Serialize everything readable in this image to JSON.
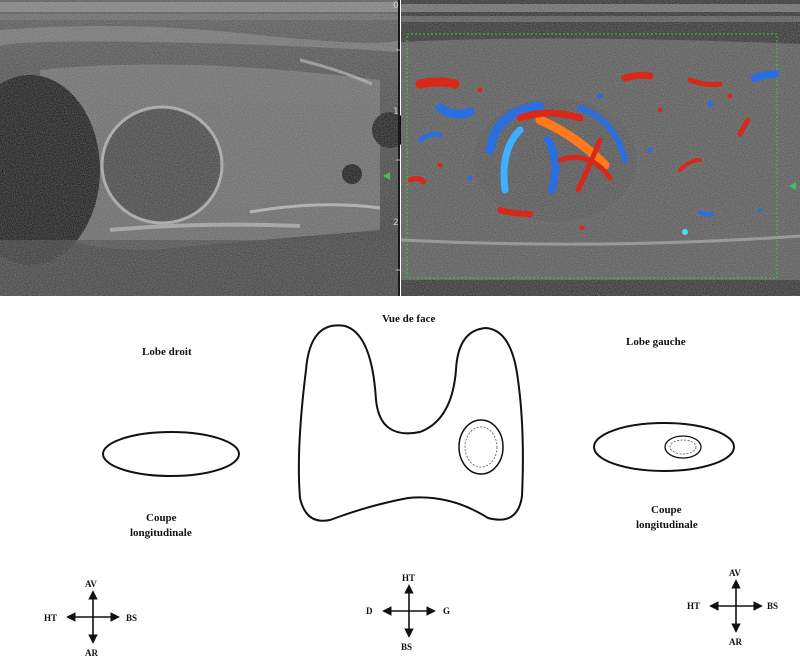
{
  "ultrasound": {
    "depth_scale": [
      "0",
      "1",
      "2"
    ]
  },
  "diagram": {
    "front_view_title": "Vue de face",
    "right_lobe": {
      "title": "Lobe droit",
      "cut_label_line1": "Coupe",
      "cut_label_line2": "longitudinale",
      "axes": {
        "up": "AV",
        "down": "AR",
        "left": "HT",
        "right": "BS"
      }
    },
    "left_lobe": {
      "title": "Lobe gauche",
      "cut_label_line1": "Coupe",
      "cut_label_line2": "longitudinale",
      "axes": {
        "up": "AV",
        "down": "AR",
        "left": "HT",
        "right": "BS"
      }
    },
    "front_axes": {
      "up": "HT",
      "down": "BS",
      "left": "D",
      "right": "G"
    }
  },
  "colors": {
    "doppler_red": "#d8281a",
    "doppler_blue": "#2a6ee0",
    "doppler_orange": "#ff7a1a",
    "roi_box": "#39c839",
    "marker": "#3fbf5f"
  }
}
